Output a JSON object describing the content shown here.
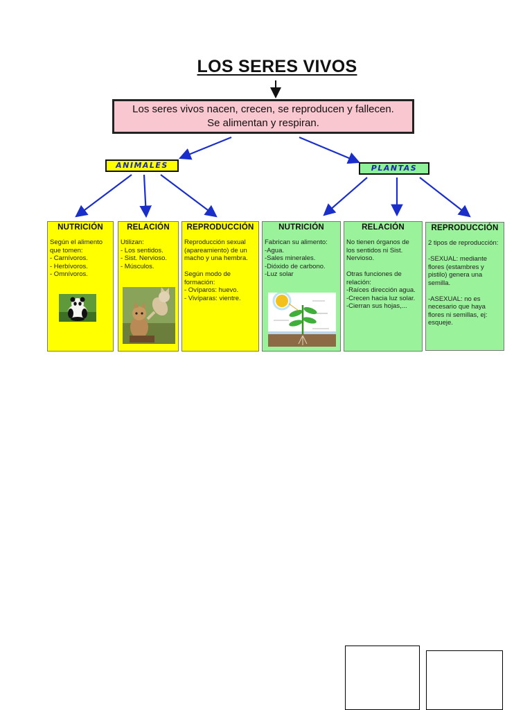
{
  "title": "LOS SERES VIVOS",
  "summary": {
    "line1": "Los seres vivos nacen, crecen, se reproducen y fallecen.",
    "line2": "Se alimentan y respiran."
  },
  "categories": {
    "animales": "ANIMALES",
    "plantas": "PLANTAS"
  },
  "boxes": [
    {
      "title": "NUTRICIÓN",
      "text": "Según el alimento\nque tomen:\n - Carnívoros.\n- Herbívoros.\n- Omnívoros."
    },
    {
      "title": "RELACIÓN",
      "text": "Utilizan:\n- Los sentidos.\n- Sist. Nervioso.\n- Músculos."
    },
    {
      "title": "REPRODUCCIÓN",
      "text": "Reproducción sexual\n(apareamiento) de un\nmacho y una hembra.\n\nSegún modo de\nformación:\n- Ovíparos: huevo.\n- Vivíparas: vientre."
    },
    {
      "title": "NUTRICIÓN",
      "text": "Fabrican su alimento:\n-Agua.\n-Sales minerales.\n-Dióxido de carbono.\n-Luz solar"
    },
    {
      "title": "RELACIÓN",
      "text": "No tienen órganos de\nlos sentidos ni Sist.\nNervioso.\n\nOtras funciones de\nrelación:\n-Raíces dirección agua.\n-Crecen hacia luz solar.\n-Cierran sus hojas,..."
    },
    {
      "title": "REPRODUCCIÓN",
      "text": "2 tipos de reproducción:\n\n-SEXUAL: mediante\nflores (estambres y\npistilo) genera una\nsemilla.\n\n-ASEXUAL: no es\nnecesario que haya\nflores ni semillas, ej:\nesqueje."
    }
  ],
  "colors": {
    "summary_bg": "#f9c7cf",
    "animal_box": "#ffff00",
    "plant_box": "#9af29a",
    "arrow_blue": "#1a2fc9"
  }
}
